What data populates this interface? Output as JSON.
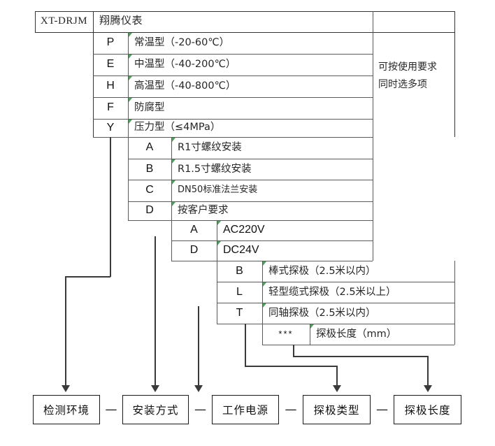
{
  "diagram": {
    "title_code": "XT-DRJM",
    "title_brand": "翔腾仪表",
    "side_note": "可按使用要求\n同时选多项",
    "separator": "—",
    "groups": [
      {
        "name": "detection-environment",
        "rows": [
          {
            "code": "P",
            "desc": "常温型（-20-60℃）"
          },
          {
            "code": "E",
            "desc": "中温型（-40-200℃）"
          },
          {
            "code": "H",
            "desc": "高温型（-40-800℃）"
          },
          {
            "code": "F",
            "desc": "防腐型"
          },
          {
            "code": "Y",
            "desc": "压力型（≤4MPa）"
          }
        ]
      },
      {
        "name": "installation-method",
        "rows": [
          {
            "code": "A",
            "desc": "R1寸螺纹安装"
          },
          {
            "code": "B",
            "desc": "R1.5寸螺纹安装"
          },
          {
            "code": "C",
            "desc": "DN50标准法兰安装"
          },
          {
            "code": "D",
            "desc": "按客户要求"
          }
        ]
      },
      {
        "name": "working-power",
        "rows": [
          {
            "code": "A",
            "desc": "AC220V"
          },
          {
            "code": "D",
            "desc": "DC24V"
          }
        ]
      },
      {
        "name": "probe-type",
        "rows": [
          {
            "code": "B",
            "desc": "棒式探极（2.5米以内）"
          },
          {
            "code": "L",
            "desc": "轻型缆式探极（2.5米以上）"
          },
          {
            "code": "T",
            "desc": "同轴探极（2.5米以内）"
          }
        ]
      },
      {
        "name": "probe-length",
        "rows": [
          {
            "code": "***",
            "desc": "探极长度（mm）"
          }
        ]
      }
    ],
    "legend_boxes": [
      {
        "name": "detection-environment",
        "label": "检测环境"
      },
      {
        "name": "installation-method",
        "label": "安装方式"
      },
      {
        "name": "working-power",
        "label": "工作电源"
      },
      {
        "name": "probe-type",
        "label": "探极类型"
      },
      {
        "name": "probe-length",
        "label": "探极长度"
      }
    ],
    "colors": {
      "rule": "#5a5a5a",
      "connector": "#3a3a3a",
      "tick": "#2f8f3e",
      "box_border": "#1a1a1a",
      "text": "#1a1a1a"
    }
  }
}
